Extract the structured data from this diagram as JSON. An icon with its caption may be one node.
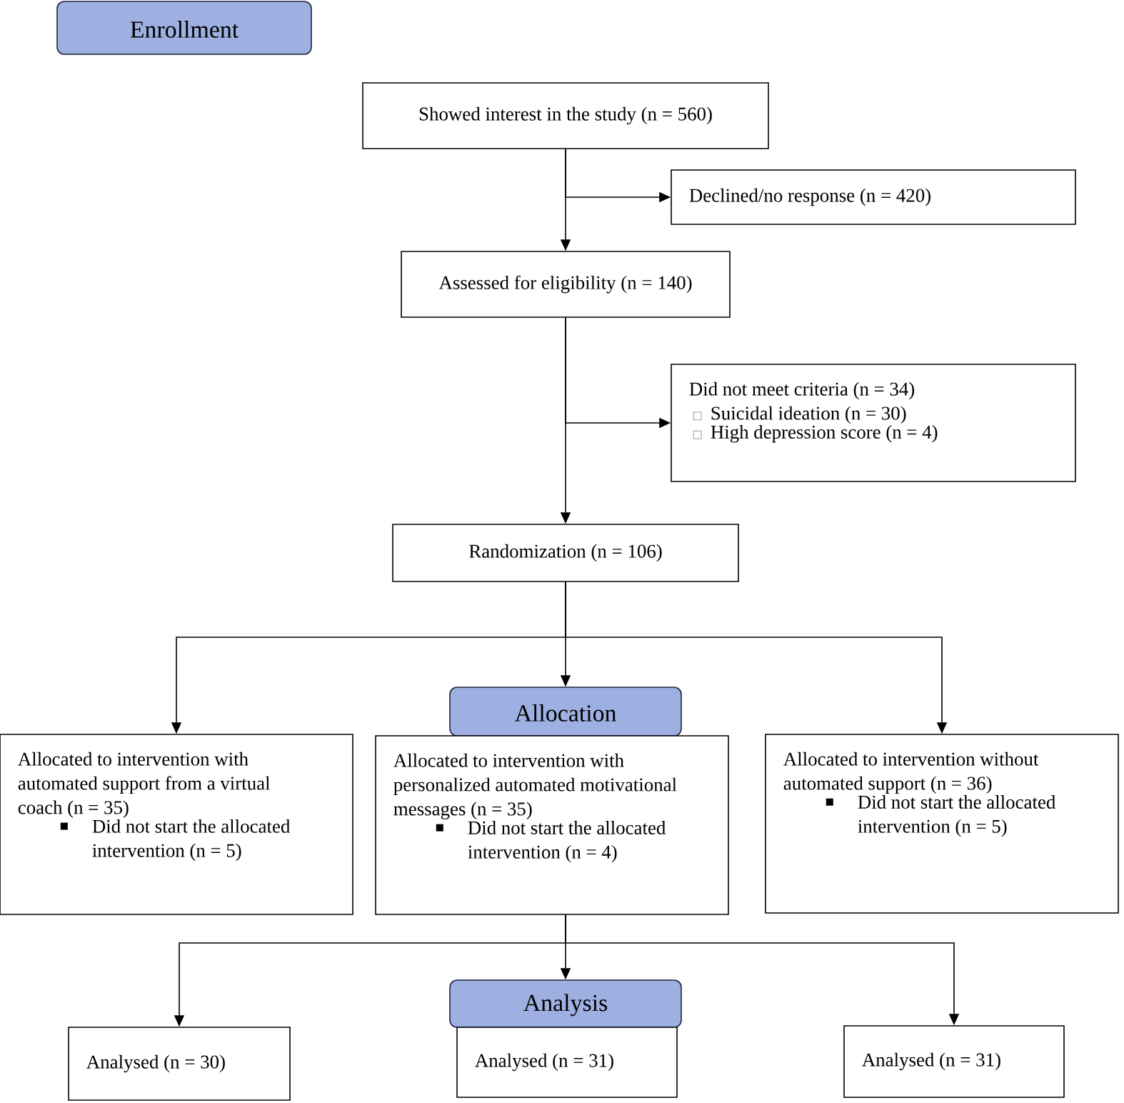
{
  "diagram": {
    "nodes": [
      {
        "text": [
          "Enrollment"
        ]
      },
      {
        "text": [
          "Showed interest in the study (n = 560)"
        ]
      },
      {
        "text": [
          "Declined/no response (n = 420)"
        ]
      },
      {
        "text": [
          "Assessed for eligibility (n = 140)"
        ]
      },
      {
        "text": [
          "Did not meet criteria (n = 34)",
          "Suicidal ideation (n = 30)",
          "High depression score (n = 4)"
        ]
      },
      {
        "text": [
          "Randomization (n = 106)"
        ]
      },
      {
        "text": [
          "Allocation"
        ]
      },
      {
        "text": [
          "Allocated to intervention with automated support from a virtual coach (n = 35)",
          "Did not start the allocated intervention (n = 5)"
        ]
      },
      {
        "text": [
          "Allocated to intervention with personalized automated motivational messages (n = 35)",
          "Did not start the allocated intervention (n = 4)"
        ]
      },
      {
        "text": [
          "Allocated to intervention without automated support (n = 36)",
          "Did not start the allocated intervention (n = 5)"
        ]
      },
      {
        "text": [
          "Analysis"
        ]
      },
      {
        "text": [
          "Analysed (n = 30)"
        ]
      },
      {
        "text": [
          "Analysed (n = 31)"
        ]
      },
      {
        "text": [
          "Analysed (n = 31)"
        ]
      }
    ],
    "edges": [
      {
        "from": 1,
        "to": 3,
        "arrow": "to"
      },
      {
        "from": 1,
        "to": 2,
        "arrow": "to"
      },
      {
        "from": 3,
        "to": 5,
        "arrow": "to"
      },
      {
        "from": 3,
        "to": 4,
        "arrow": "to"
      },
      {
        "from": 5,
        "to": 7,
        "arrow": "to"
      },
      {
        "from": 5,
        "to": 6,
        "arrow": "to"
      },
      {
        "from": 5,
        "to": 9,
        "arrow": "to"
      },
      {
        "from": 8,
        "to": 11,
        "arrow": "to"
      },
      {
        "from": 8,
        "to": 10,
        "arrow": "to"
      },
      {
        "from": 8,
        "to": 13,
        "arrow": "to"
      }
    ]
  }
}
